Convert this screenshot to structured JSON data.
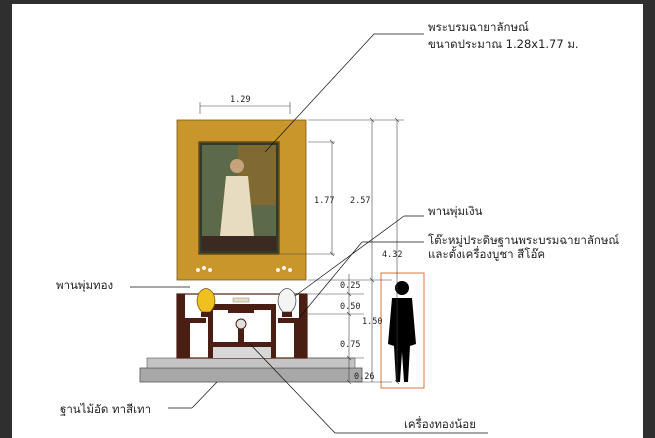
{
  "labels": {
    "portrait_title": "พระบรมฉายาลักษณ์",
    "portrait_size": "ขนาดประมาณ 1.28x1.77 ม.",
    "silver_tray": "พานพุ่มเงิน",
    "altar_table_line1": "โต๊ะหมู่ประดิษฐานพระบรมฉายาลักษณ์",
    "altar_table_line2": "และตั้งเครื่องบูชา สีโอ๊ค",
    "gold_tray": "พานพุ่มทอง",
    "plywood_base": "ฐานไม้อัด ทาสีเทา",
    "small_gold_set": "เครื่องทองน้อย"
  },
  "dimensions": {
    "frame_width": "1.29",
    "portrait_height": "1.77",
    "frame_height": "2.57",
    "total_height": "4.32",
    "top_gap": "0.25",
    "table_top": "0.50",
    "side_height": "1.50",
    "table_bottom": "0.75",
    "base_height": "0.26"
  },
  "colors": {
    "frame_gold": "#c9962c",
    "table_wood": "#4a1e12",
    "base_gray": "#a8a8a8",
    "silhouette_box": "#d9743a"
  }
}
